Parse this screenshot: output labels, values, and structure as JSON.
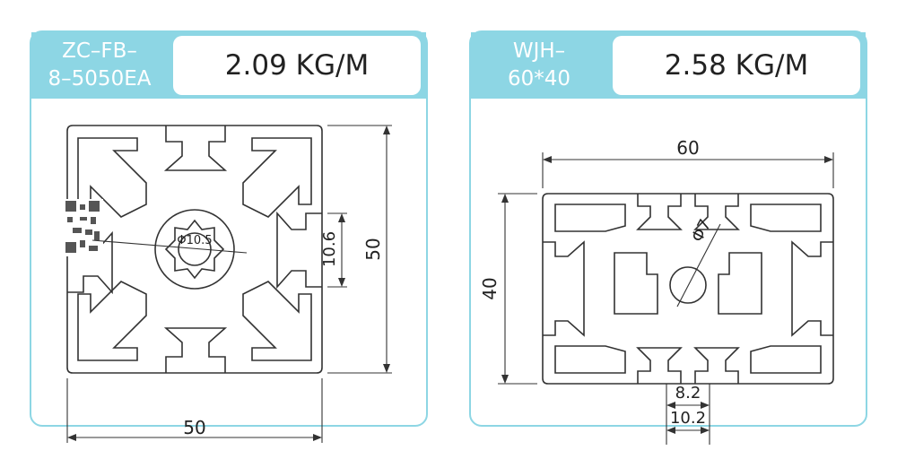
{
  "profiles": [
    {
      "model_line1": "ZC–FB–",
      "model_line2": "8–5050EA",
      "weight": "2.09 KG/M",
      "dims": {
        "width": "50",
        "height": "50",
        "slot": "10.6",
        "bore": "Φ10.5"
      }
    },
    {
      "model_line1": "WJH–",
      "model_line2": "60*40",
      "weight": "2.58 KG/M",
      "dims": {
        "width": "60",
        "height": "40",
        "bore": "Φ7",
        "slot_inner": "8.2",
        "slot_outer": "10.2"
      }
    }
  ],
  "colors": {
    "accent": "#8dd6e4",
    "line": "#333333"
  },
  "icons": {
    "qr": "qr-code-icon"
  }
}
